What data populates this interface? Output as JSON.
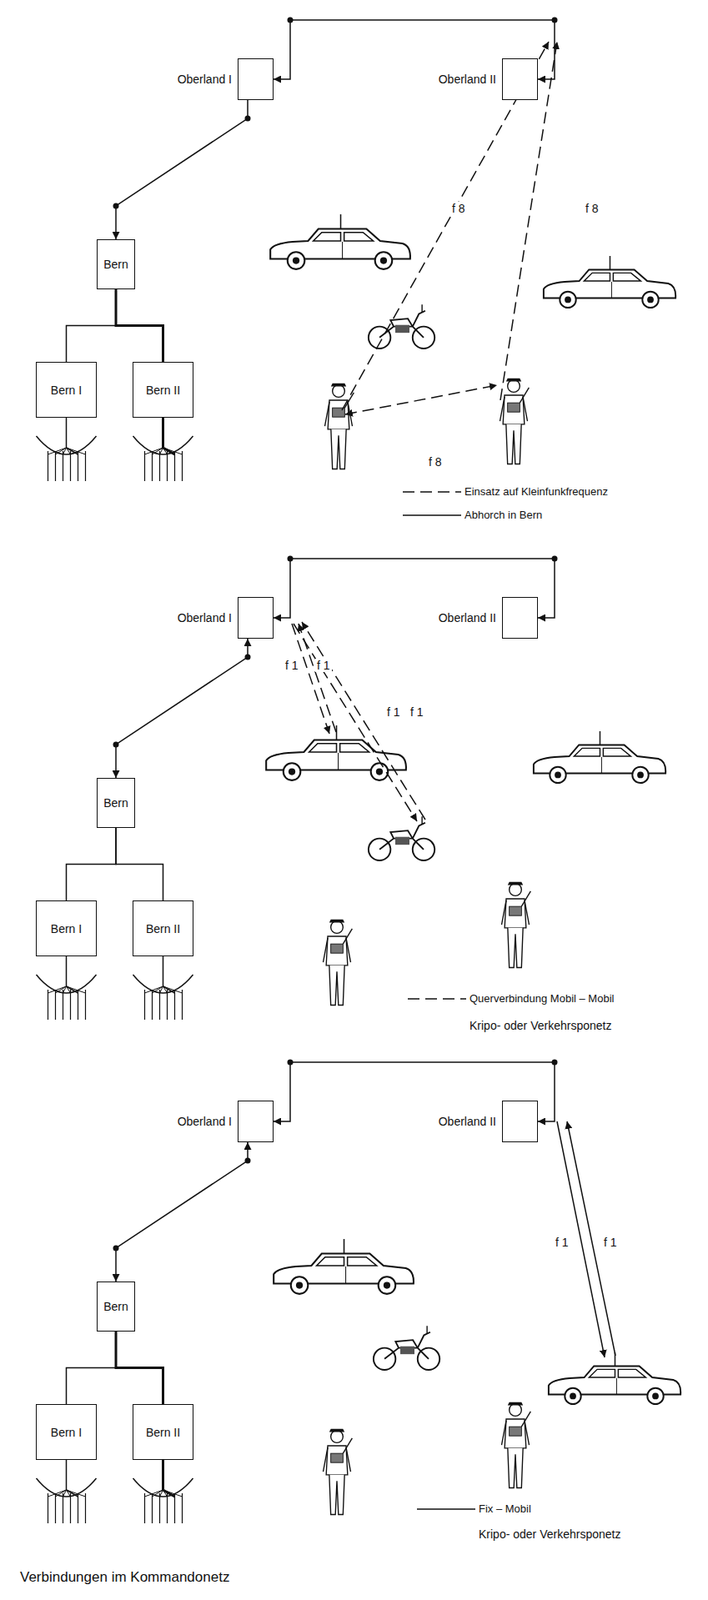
{
  "diagram": {
    "caption": "Verbindungen im Kommandonetz",
    "nodes": [
      {
        "text": [
          "Oberland I"
        ]
      },
      {
        "text": [
          "Oberland II"
        ]
      },
      {
        "text": [
          "Bern"
        ]
      },
      {
        "text": [
          "Bern I"
        ]
      },
      {
        "text": [
          "Bern II"
        ]
      },
      {
        "text": [
          "Oberland I"
        ]
      },
      {
        "text": [
          "Oberland II"
        ]
      },
      {
        "text": [
          "Bern"
        ]
      },
      {
        "text": [
          "Bern I"
        ]
      },
      {
        "text": [
          "Bern II"
        ]
      },
      {
        "text": [
          "Oberland I"
        ]
      },
      {
        "text": [
          "Oberland II"
        ]
      },
      {
        "text": [
          "Bern"
        ]
      },
      {
        "text": [
          "Bern I"
        ]
      },
      {
        "text": [
          "Bern II"
        ]
      }
    ],
    "edges": [
      {
        "from": 0,
        "to": 1,
        "arrow": "both"
      },
      {
        "from": 0,
        "to": 2,
        "arrow": "to"
      },
      {
        "from": 2,
        "to": 3,
        "arrow": "none"
      },
      {
        "from": 2,
        "to": 4,
        "arrow": "none"
      },
      {
        "from": 5,
        "to": 6,
        "arrow": "both"
      },
      {
        "from": 5,
        "to": 7,
        "arrow": "both"
      },
      {
        "from": 7,
        "to": 8,
        "arrow": "none"
      },
      {
        "from": 7,
        "to": 9,
        "arrow": "none"
      },
      {
        "from": 10,
        "to": 11,
        "arrow": "both"
      },
      {
        "from": 10,
        "to": 12,
        "arrow": "both"
      },
      {
        "from": 12,
        "to": 13,
        "arrow": "none"
      },
      {
        "from": 12,
        "to": 14,
        "arrow": "none"
      }
    ],
    "labels": [
      "f 8",
      "f 8",
      "f 8",
      "f 1",
      "f 1",
      "f 1",
      "f 1",
      "Kripo- oder Verkehrsponetz",
      "f 1",
      "f 1",
      "Kripo- oder Verkehrsponetz"
    ],
    "legend": [
      {
        "text": "Einsatz auf Kleinfunkfrequenz"
      },
      {
        "text": "Abhorch in Bern"
      },
      {
        "text": "Querverbindung Mobil – Mobil"
      },
      {
        "text": "Fix – Mobil"
      }
    ]
  }
}
